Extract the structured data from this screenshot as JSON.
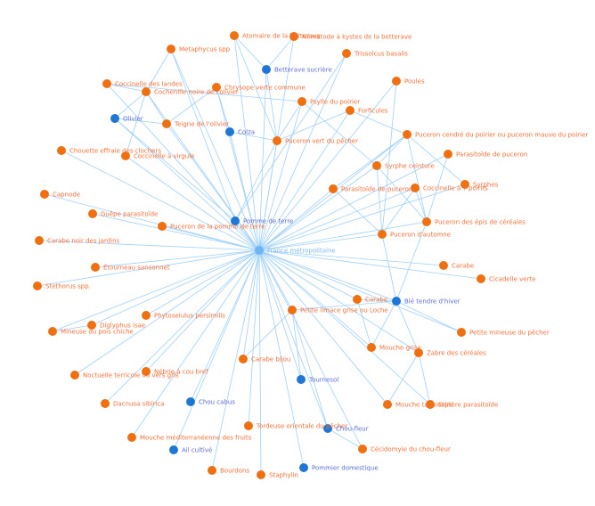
{
  "colors": {
    "pest": "#f07010",
    "crop": "#1f77d4",
    "hub": "#6fb6f0",
    "edge": "#9fd0fa",
    "pest_text": "#f0703a",
    "crop_text": "#5a6fd0",
    "hub_text": "#7fb6f0"
  },
  "nodes": [
    {
      "label": "France métropolitaine",
      "type": "hub"
    },
    {
      "label": "Metaphycus spp",
      "type": "pest"
    },
    {
      "label": "Atomaire de la betterave",
      "type": "pest"
    },
    {
      "label": "Nématode à kystes de la betterave",
      "type": "pest"
    },
    {
      "label": "Betterave sucrière",
      "type": "crop"
    },
    {
      "label": "Trissolcus basalis",
      "type": "pest"
    },
    {
      "label": "Poules",
      "type": "pest"
    },
    {
      "label": "Coccinelle des landes",
      "type": "pest"
    },
    {
      "label": "Cochenille noire de l'olivier",
      "type": "pest"
    },
    {
      "label": "Chrysope verte commune",
      "type": "pest"
    },
    {
      "label": "Psylle du poirier",
      "type": "pest"
    },
    {
      "label": "Forficules",
      "type": "pest"
    },
    {
      "label": "Olivier",
      "type": "crop"
    },
    {
      "label": "Teigne de l'olivier",
      "type": "pest"
    },
    {
      "label": "Colza",
      "type": "crop"
    },
    {
      "label": "Puceron vert du pêcher",
      "type": "pest"
    },
    {
      "label": "Puceron cendré du poirier ou puceron mauve du poirier",
      "type": "pest"
    },
    {
      "label": "Chouette effraie des clochers",
      "type": "pest"
    },
    {
      "label": "Coccinelle à virgule",
      "type": "pest"
    },
    {
      "label": "Parasitoïde de puceron",
      "type": "pest"
    },
    {
      "label": "Syrphe ceinture",
      "type": "pest"
    },
    {
      "label": "Syrphes",
      "type": "pest"
    },
    {
      "label": "Parasitoïde de puceron",
      "type": "pest"
    },
    {
      "label": "Coccinelle à 7 points",
      "type": "pest"
    },
    {
      "label": "Capnode",
      "type": "pest"
    },
    {
      "label": "Guêpe parasitoïde",
      "type": "pest"
    },
    {
      "label": "Pomme de terre",
      "type": "crop"
    },
    {
      "label": "Puceron de la pomme de terre",
      "type": "pest"
    },
    {
      "label": "Puceron des épis de céréales",
      "type": "pest"
    },
    {
      "label": "Puceron d'automne",
      "type": "pest"
    },
    {
      "label": "Carabe noir des jardins",
      "type": "pest"
    },
    {
      "label": "Étourneau sansonnet",
      "type": "pest"
    },
    {
      "label": "Carabe",
      "type": "pest"
    },
    {
      "label": "Stethorus spp.",
      "type": "pest"
    },
    {
      "label": "Cicadelle verte",
      "type": "pest"
    },
    {
      "label": "Carabe",
      "type": "pest"
    },
    {
      "label": "Blé tendre d'hiver",
      "type": "crop"
    },
    {
      "label": "Petite limace grise ou Loche",
      "type": "pest"
    },
    {
      "label": "Phytoseiulus persimilis",
      "type": "pest"
    },
    {
      "label": "Diglyphus isae",
      "type": "pest"
    },
    {
      "label": "Mineuse du pois chiche",
      "type": "pest"
    },
    {
      "label": "Petite mineuse du pêcher",
      "type": "pest"
    },
    {
      "label": "Mouche grise",
      "type": "pest"
    },
    {
      "label": "Zabre des céréales",
      "type": "pest"
    },
    {
      "label": "Carabe bijou",
      "type": "pest"
    },
    {
      "label": "Noctuelle terricole ou vers gris",
      "type": "pest"
    },
    {
      "label": "Nébrie à cou bref",
      "type": "pest"
    },
    {
      "label": "Tournesol",
      "type": "crop"
    },
    {
      "label": "Chou cabus",
      "type": "crop"
    },
    {
      "label": "Dacnusa sibirica",
      "type": "pest"
    },
    {
      "label": "Mouche tachinaire",
      "type": "pest"
    },
    {
      "label": "Diptère parasitoïde",
      "type": "pest"
    },
    {
      "label": "Tordeuse orientale du pêcher",
      "type": "pest"
    },
    {
      "label": "Chou-fleur",
      "type": "crop"
    },
    {
      "label": "Mouche méditerranéenne des fruits",
      "type": "pest"
    },
    {
      "label": "Ail cultivé",
      "type": "crop"
    },
    {
      "label": "Cécidomyie du chou-fleur",
      "type": "pest"
    },
    {
      "label": "Bourdons",
      "type": "pest"
    },
    {
      "label": "Staphylin",
      "type": "pest"
    },
    {
      "label": "Pommier domestique",
      "type": "crop"
    }
  ],
  "edges": [
    [
      1,
      8
    ],
    [
      2,
      4
    ],
    [
      3,
      4
    ],
    [
      7,
      8
    ],
    [
      7,
      10
    ],
    [
      8,
      12
    ],
    [
      8,
      13
    ],
    [
      8,
      18
    ],
    [
      12,
      13
    ],
    [
      9,
      13
    ],
    [
      9,
      14
    ],
    [
      14,
      15
    ],
    [
      15,
      11
    ],
    [
      10,
      15
    ],
    [
      10,
      20
    ],
    [
      11,
      16
    ],
    [
      16,
      20
    ],
    [
      16,
      21
    ],
    [
      16,
      22
    ],
    [
      16,
      28
    ],
    [
      19,
      28
    ],
    [
      20,
      29
    ],
    [
      20,
      28
    ],
    [
      22,
      29
    ],
    [
      23,
      29
    ],
    [
      23,
      28
    ],
    [
      26,
      15
    ],
    [
      2,
      15
    ],
    [
      37,
      44
    ],
    [
      37,
      36
    ],
    [
      36,
      35
    ],
    [
      36,
      29
    ],
    [
      36,
      28
    ],
    [
      36,
      42
    ],
    [
      36,
      43
    ],
    [
      36,
      41
    ],
    [
      42,
      35
    ],
    [
      43,
      50
    ],
    [
      43,
      51
    ],
    [
      53,
      56
    ],
    [
      37,
      53
    ],
    [
      37,
      47
    ],
    [
      39,
      40
    ],
    [
      1,
      26
    ],
    [
      12,
      26
    ],
    [
      5,
      26
    ],
    [
      6,
      29
    ],
    [
      4,
      15
    ]
  ]
}
